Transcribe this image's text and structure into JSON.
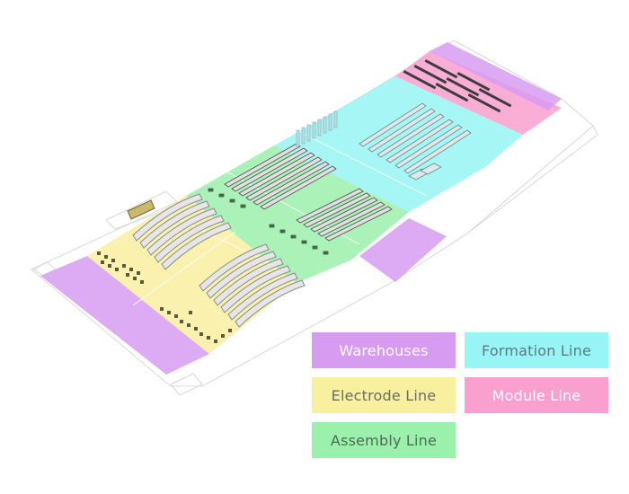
{
  "legend": {
    "warehouses": "Warehouses",
    "formation_line": "Formation Line",
    "electrode_line": "Electrode Line",
    "module_line": "Module Line",
    "assembly_line": "Assembly Line"
  },
  "colors": {
    "warehouses": "#d79bf2",
    "formation_line": "#97f5f5",
    "electrode_line": "#f8ef9f",
    "module_line": "#f9a0cf",
    "assembly_line": "#9bf0ab"
  }
}
